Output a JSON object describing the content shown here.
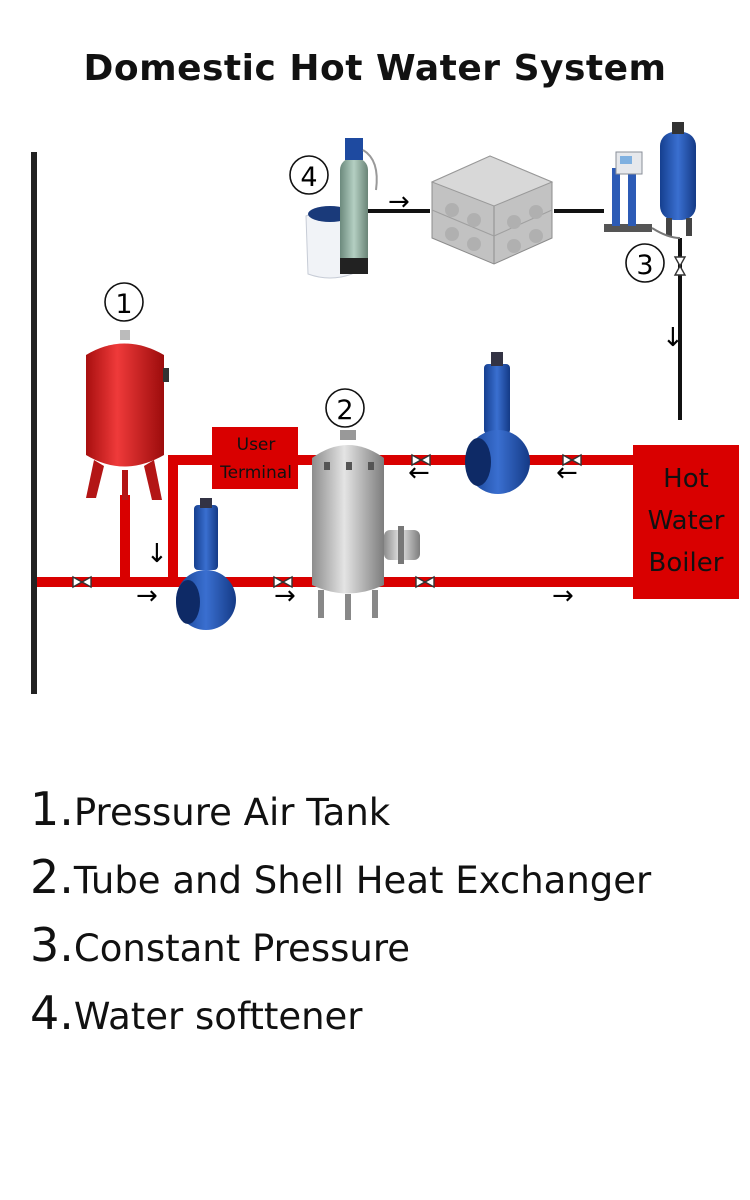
{
  "title": "Domestic Hot Water System",
  "markers": [
    "1",
    "2",
    "3",
    "4"
  ],
  "boiler": {
    "line1": "Hot",
    "line2": "Water",
    "line3": "Boiler"
  },
  "user_terminal": {
    "line1": "User",
    "line2": "Terminal"
  },
  "arrows": {
    "right": "→",
    "left": "←",
    "down": "↓"
  },
  "legend": [
    {
      "num": "1.",
      "text": "Pressure Air Tank"
    },
    {
      "num": "2.",
      "text": "Tube and Shell Heat Exchanger"
    },
    {
      "num": "3.",
      "text": "Constant Pressure"
    },
    {
      "num": "4.",
      "text": "Water softtener"
    }
  ],
  "colors": {
    "pipe": "#d90000",
    "pump": "#1f55b5",
    "tank": "#cf1f1f",
    "steel": "#b9b9b9"
  }
}
